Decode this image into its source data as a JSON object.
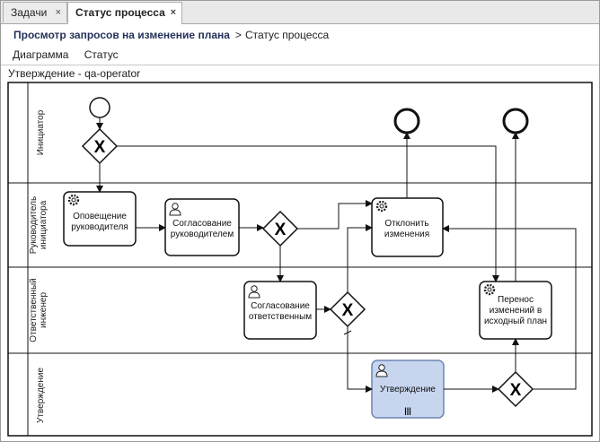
{
  "tabs": [
    {
      "label": "Задачи",
      "close": "×"
    },
    {
      "label": "Статус процесса",
      "close": "×"
    }
  ],
  "breadcrumb": {
    "link": "Просмотр запросов на изменение плана",
    "separator": ">",
    "current": "Статус процесса"
  },
  "subtabs": [
    "Диаграмма",
    "Статус"
  ],
  "diagram_title": "Утверждение - qa-operator",
  "lanes": [
    {
      "label": "Инициатор"
    },
    {
      "label_lines": [
        "Руководитель",
        "инициатора"
      ]
    },
    {
      "label_lines": [
        "Ответственный",
        "инженер"
      ]
    },
    {
      "label": "Утверждение"
    }
  ],
  "tasks": {
    "notify": {
      "lines": [
        "Оповещение",
        "руководителя"
      ],
      "icon": "gear-icon"
    },
    "approve_manager": {
      "lines": [
        "Согласование",
        "руководителем"
      ],
      "icon": "user-icon"
    },
    "reject": {
      "lines": [
        "Отклонить",
        "изменения"
      ],
      "icon": "gear-icon"
    },
    "approve_responsible": {
      "lines": [
        "Согласование",
        "ответственным"
      ],
      "icon": "user-icon"
    },
    "transfer": {
      "lines": [
        "Перенос",
        "изменений в",
        "исходный план"
      ],
      "icon": "gear-icon"
    },
    "approval": {
      "lines": [
        "Утверждение"
      ],
      "icon": "user-icon",
      "marker": "|||",
      "highlight_color": "#c7d6ee"
    }
  },
  "gateway_symbol": "X",
  "colors": {
    "highlight_fill": "#c7d6ee",
    "highlight_stroke": "#6f86b3"
  }
}
